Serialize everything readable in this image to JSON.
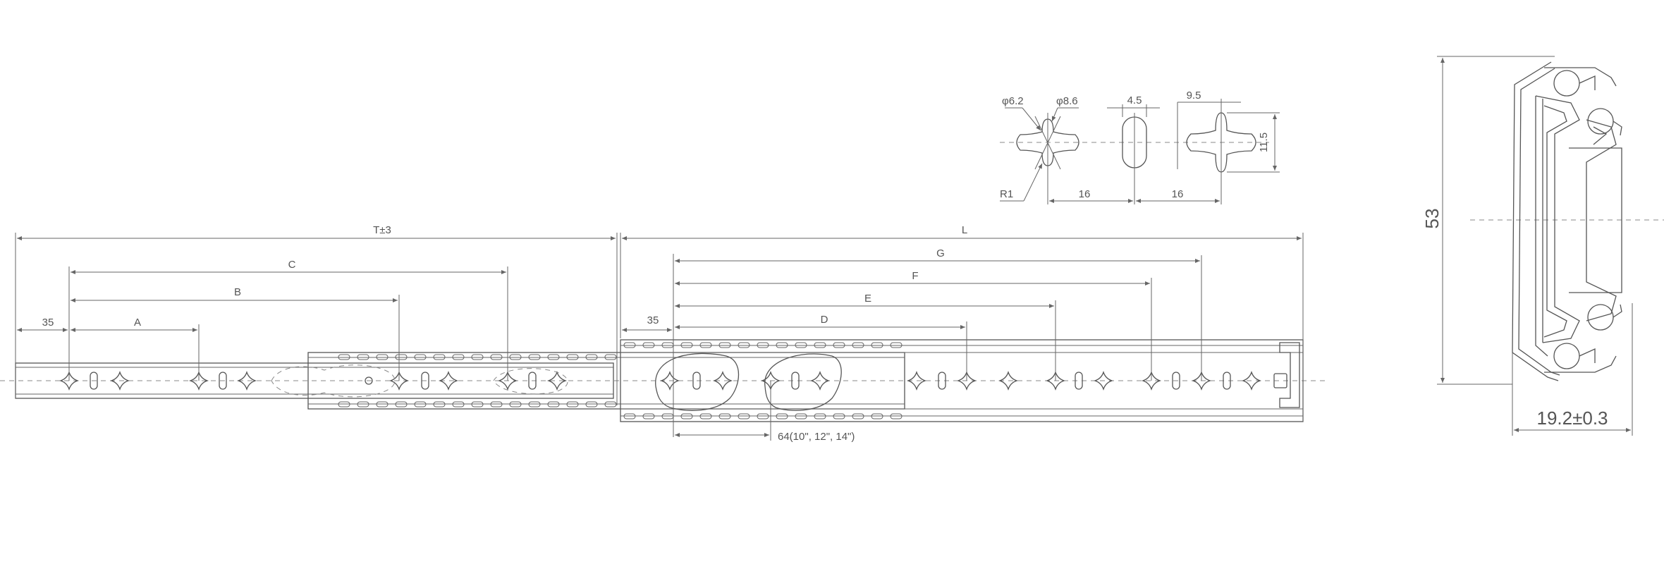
{
  "dimensions": {
    "t": "T±3",
    "l": "L",
    "a": "A",
    "b": "B",
    "c": "C",
    "d": "D",
    "e": "E",
    "f": "F",
    "g": "G",
    "offset_left": "35",
    "offset_right": "35",
    "pitch_note": "64(10\", 12\", 14\")"
  },
  "detail": {
    "phi1": "φ6.2",
    "phi2": "φ8.6",
    "radius": "R1",
    "slot_w": "4.5",
    "cross_w": "9.5",
    "height": "11.5",
    "pitch1": "16",
    "pitch2": "16"
  },
  "section": {
    "height": "53",
    "width": "19.2±0.3"
  }
}
